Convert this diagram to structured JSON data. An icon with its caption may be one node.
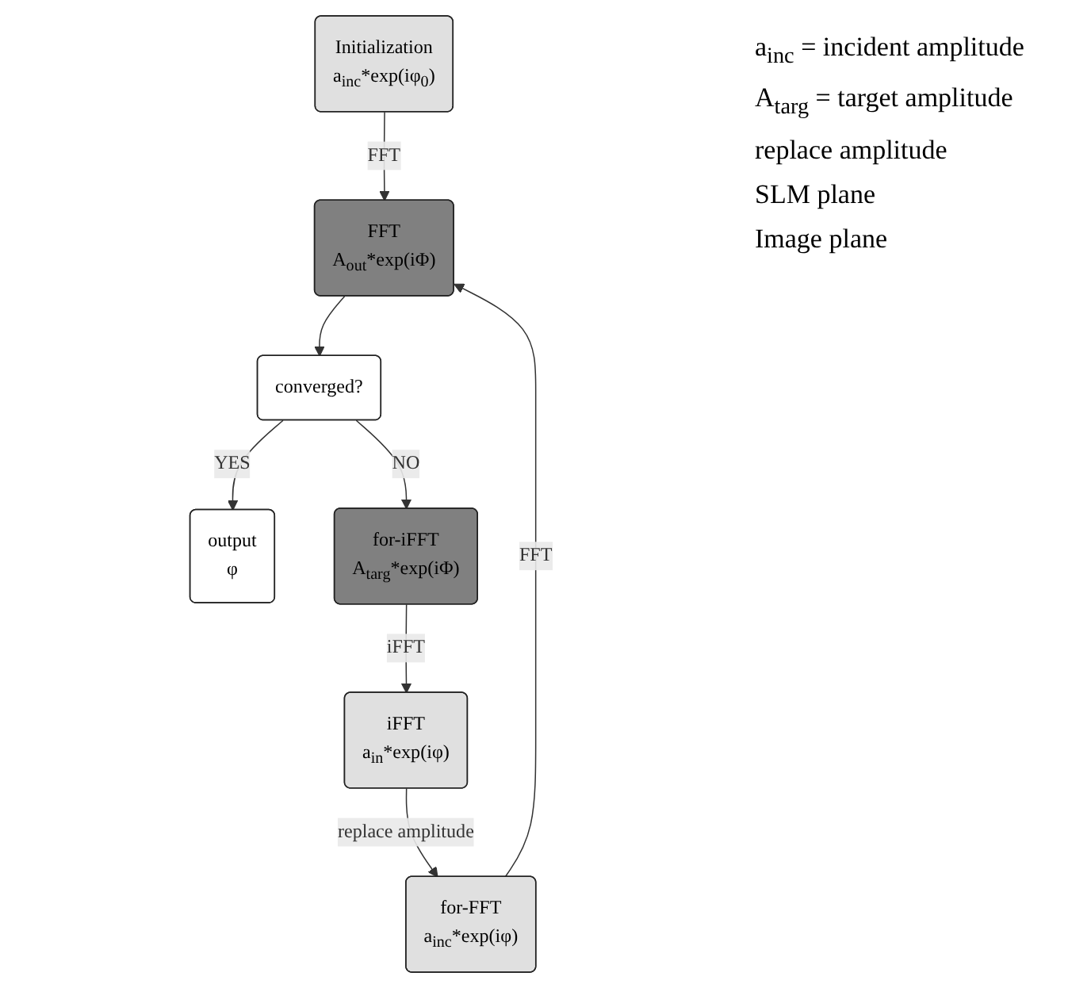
{
  "diagram": {
    "nodes": [
      {
        "text": [
          "Initialization",
          "a$_{inc}$*exp(iφ$_{0}$)"
        ]
      },
      {
        "text": [
          "for-FFT",
          "a$_{inc}$*exp(iφ)"
        ]
      },
      {
        "text": [
          "FFT",
          "A$_{out}$*exp(iΦ)"
        ]
      },
      {
        "text": [
          "converged?"
        ]
      },
      {
        "text": [
          "output",
          "φ"
        ]
      },
      {
        "text": [
          "iFFT",
          "a$_{in}$*exp(iφ)"
        ]
      },
      {
        "text": [
          "for-iFFT",
          "A$_{targ}$*exp(iΦ)"
        ]
      }
    ],
    "edges": [
      {
        "from": 0,
        "to": 2,
        "arrow": "to",
        "label": "FFT"
      },
      {
        "from": 1,
        "to": 2,
        "arrow": "to",
        "label": "FFT"
      },
      {
        "from": 2,
        "to": 3,
        "arrow": "to"
      },
      {
        "from": 3,
        "to": 4,
        "arrow": "to",
        "label": "YES"
      },
      {
        "from": 3,
        "to": 6,
        "arrow": "to",
        "label": "NO"
      },
      {
        "from": 6,
        "to": 5,
        "arrow": "to",
        "label": "iFFT"
      },
      {
        "from": 5,
        "to": 1,
        "arrow": "to",
        "label": "replace amplitude"
      }
    ],
    "labels": [
      "a$_{inc}$ = incident amplitude",
      "A$_{targ}$ = target amplitude",
      "replace amplitude",
      "SLM plane",
      "Image plane"
    ]
  }
}
